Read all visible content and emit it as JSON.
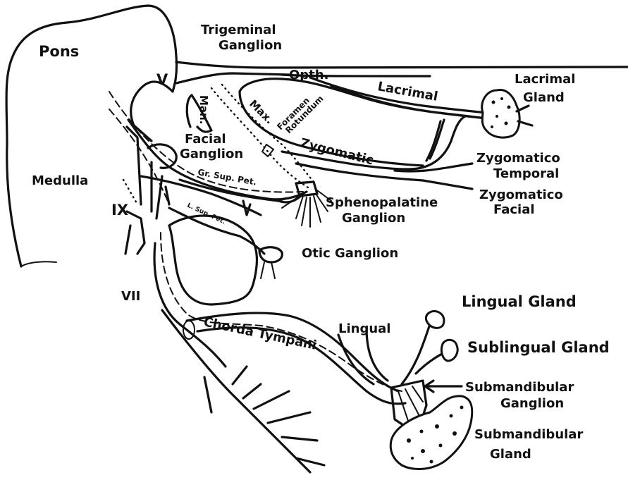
{
  "labels": {
    "pons": "Pons",
    "trigeminal_ganglion_1": "Trigeminal",
    "trigeminal_ganglion_2": "Ganglion",
    "v": "V",
    "man": "Man.",
    "max": "Max.",
    "foramen_rotundum_1": "Foramen",
    "foramen_rotundum_2": "Rotundum",
    "opth": "Opth.",
    "lacrimal": "Lacrimal",
    "lacrimal_gland_1": "Lacrimal",
    "lacrimal_gland_2": "Gland",
    "zygomatic": "Zygomatic",
    "facial_ganglion_1": "Facial",
    "facial_ganglion_2": "Ganglion",
    "medulla": "Medulla",
    "gr_sup_pet": "Gr. Sup. Pet.",
    "l_sup_pet": "L. Sup. Pet.",
    "zygomatico_temporal_1": "Zygomatico",
    "zygomatico_temporal_2": "Temporal",
    "zygomatico_facial_1": "Zygomatico",
    "zygomatico_facial_2": "Facial",
    "sphenopalatine_ganglion_1": "Sphenopalatine",
    "sphenopalatine_ganglion_2": "Ganglion",
    "ix": "IX",
    "otic_ganglion": "Otic Ganglion",
    "vii": "VII",
    "lingual_gland": "Lingual Gland",
    "chorda_tympani": "Chorda Tympani",
    "lingual": "Lingual",
    "sublingual_gland": "Sublingual Gland",
    "submandibular_ganglion_1": "Submandibular",
    "submandibular_ganglion_2": "Ganglion",
    "submandibular_gland_1": "Submandibular",
    "submandibular_gland_2": "Gland"
  },
  "colors": {
    "ink": "#111111",
    "paper": "#ffffff"
  }
}
